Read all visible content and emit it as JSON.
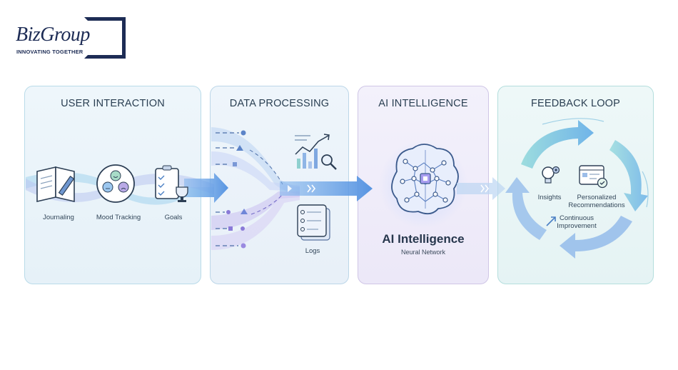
{
  "logo": {
    "wordmark": "BizGroup",
    "tagline": "INNOVATING TOGETHER"
  },
  "panels": {
    "user_interaction": {
      "title": "USER INTERACTION",
      "items": [
        "Journaling",
        "Mood Tracking",
        "Goals"
      ]
    },
    "data_processing": {
      "title": "DATA PROCESSING",
      "logs_label": "Logs"
    },
    "ai_intelligence": {
      "title": "AI INTELLIGENCE",
      "heading": "AI Intelligence",
      "subheading": "Neural Network"
    },
    "feedback_loop": {
      "title": "FEEDBACK LOOP",
      "insights": "Insights",
      "recommendations_line1": "Personalized",
      "recommendations_line2": "Recommendations",
      "improvement_line1": "Continuous",
      "improvement_line2": "Improvement"
    }
  },
  "colors": {
    "navy": "#1d2c55",
    "flow_blue": "#6ea6e8",
    "flow_purple": "#9b8fe0",
    "teal": "#5cc3c6"
  }
}
